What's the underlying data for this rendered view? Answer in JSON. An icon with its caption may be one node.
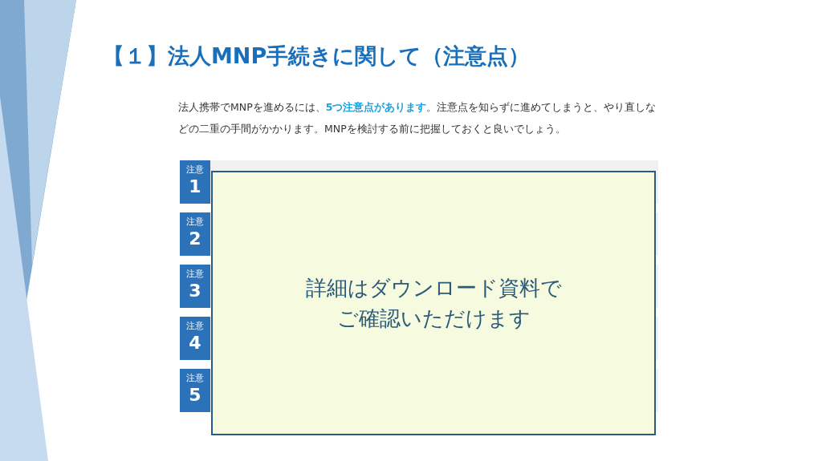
{
  "diagram": {
    "title": "【１】法人MNP手続きに関して（注意点）",
    "nodes": [
      {
        "text": [
          "注意",
          "1"
        ]
      },
      {
        "text": [
          "注意",
          "2"
        ]
      },
      {
        "text": [
          "注意",
          "3"
        ]
      },
      {
        "text": [
          "注意",
          "4"
        ]
      },
      {
        "text": [
          "注意",
          "5"
        ]
      },
      {
        "text": [
          "詳細はダウンロード資料でご確認いただけます"
        ]
      }
    ],
    "labels": [
      "法人携帯でMNPを進めるには、**5つ注意点があります**。注意点を知らずに進めてしまうと、やり直しなどの二重の手間がかかります。MNPを検討する前に把握しておくと良いでしょう。"
    ]
  }
}
